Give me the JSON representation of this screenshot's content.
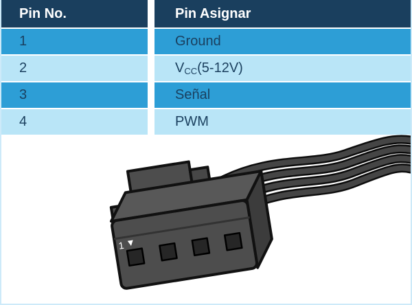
{
  "table": {
    "header": {
      "pin_no": "Pin No.",
      "pin_assign": "Pin Asignar"
    },
    "rows": [
      {
        "pin": "1",
        "assign": "Ground"
      },
      {
        "pin": "2",
        "assign_base": "V",
        "assign_sub": "CC",
        "assign_suffix": " (5-12V)"
      },
      {
        "pin": "3",
        "assign": "Señal"
      },
      {
        "pin": "4",
        "assign": "PWM"
      }
    ]
  },
  "illustration": {
    "icon": "4-pin-fan-connector-with-wires",
    "pin1_label": "1"
  },
  "colors": {
    "header_bg": "#1a3f5e",
    "row_blue": "#2d9ed6",
    "row_light_blue": "#b9e5f7",
    "text_dark": "#1a3f5e",
    "frame_border": "#cdeaf9",
    "connector_body": "#4d4d4d",
    "connector_outline": "#111111"
  }
}
